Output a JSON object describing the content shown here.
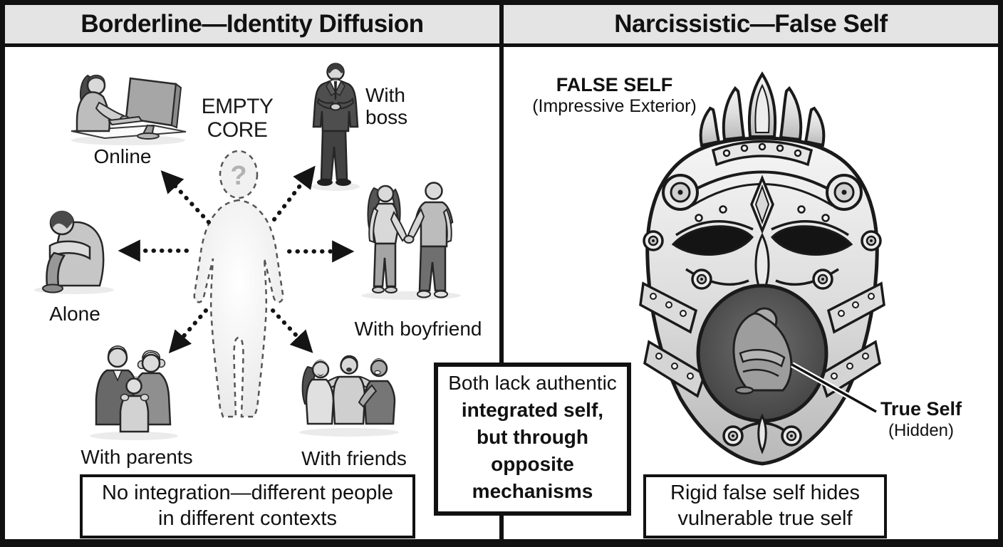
{
  "colors": {
    "frame": "#111111",
    "header_bg": "#e4e4e4",
    "panel_bg": "#ffffff",
    "ink": "#111111",
    "eye_hole": "#141414",
    "cavity": "#4a4a4a"
  },
  "header": {
    "left_title": "Borderline—Identity Diffusion",
    "right_title": "Narcissistic—False Self"
  },
  "left_panel": {
    "core_label_line1": "EMPTY",
    "core_label_line2": "CORE",
    "question_mark": "?",
    "contexts": [
      {
        "id": "online",
        "label": "Online"
      },
      {
        "id": "boss",
        "label": "With boss"
      },
      {
        "id": "alone",
        "label": "Alone"
      },
      {
        "id": "boyfriend",
        "label": "With boyfriend"
      },
      {
        "id": "parents",
        "label": "With parents"
      },
      {
        "id": "friends",
        "label": "With friends"
      }
    ],
    "caption_line1": "No integration—different people",
    "caption_line2": "in different contexts"
  },
  "center_note": {
    "line1": "Both lack authentic",
    "line2": "integrated self,",
    "line3": "but through",
    "line4": "opposite",
    "line5": "mechanisms"
  },
  "right_panel": {
    "false_self_title": "FALSE SELF",
    "false_self_subtitle": "(Impressive Exterior)",
    "true_self_title": "True Self",
    "true_self_subtitle": "(Hidden)",
    "caption_line1": "Rigid false self hides",
    "caption_line2": "vulnerable true self"
  }
}
